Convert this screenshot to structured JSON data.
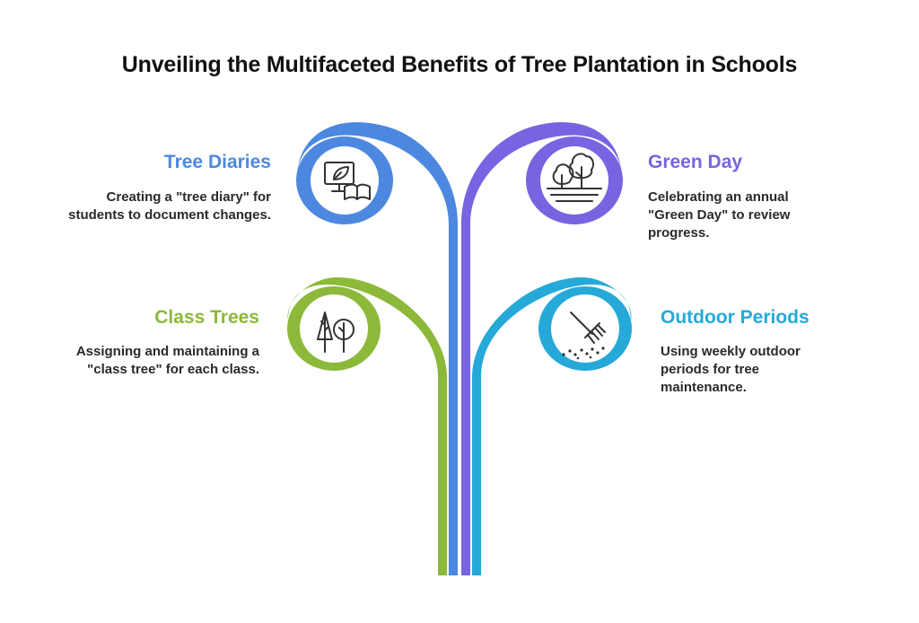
{
  "title": "Unveiling the Multifaceted Benefits of Tree Plantation in Schools",
  "items": [
    {
      "heading": "Tree Diaries",
      "description": "Creating a \"tree diary\" for students to document changes.",
      "color": "#4C88E0",
      "icon": "tree-diary-icon"
    },
    {
      "heading": "Green Day",
      "description": "Celebrating an annual \"Green Day\" to review progress.",
      "color": "#7A63E0",
      "icon": "trees-landscape-icon"
    },
    {
      "heading": "Class Trees",
      "description": "Assigning and maintaining a \"class tree\" for each class.",
      "color": "#8CB93A",
      "icon": "two-trees-icon"
    },
    {
      "heading": "Outdoor Periods",
      "description": "Using weekly outdoor periods for tree maintenance.",
      "color": "#26A9D8",
      "icon": "rake-icon"
    }
  ]
}
